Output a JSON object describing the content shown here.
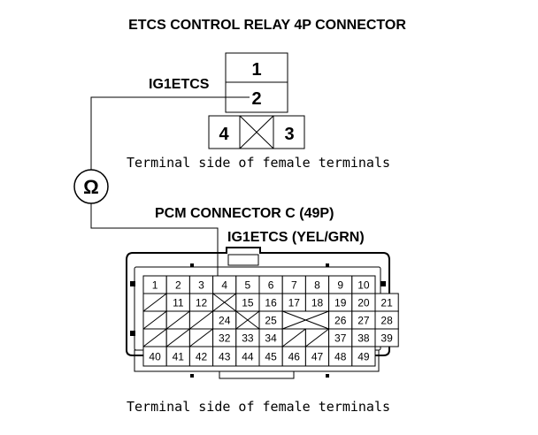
{
  "relay": {
    "title": "ETCS CONTROL RELAY 4P CONNECTOR",
    "signal_label": "IG1ETCS",
    "terminals": [
      "1",
      "2",
      "3",
      "4"
    ],
    "caption": "Terminal side of female terminals"
  },
  "meter": {
    "symbol": "Ω"
  },
  "pcm": {
    "title": "PCM CONNECTOR C (49P)",
    "wire_label": "IG1ETCS (YEL/GRN)",
    "caption": "Terminal side of female terminals",
    "row1": [
      "1",
      "2",
      "3",
      "4",
      "5",
      "6",
      "7",
      "8",
      "9",
      "10"
    ],
    "row2": [
      "11",
      "12",
      "15",
      "16",
      "17",
      "18",
      "19",
      "20",
      "21"
    ],
    "row3": [
      "24",
      "25",
      "26",
      "27",
      "28"
    ],
    "row4": [
      "32",
      "33",
      "34",
      "37",
      "38",
      "39"
    ],
    "row5": [
      "40",
      "41",
      "42",
      "43",
      "44",
      "45",
      "46",
      "47",
      "48",
      "49"
    ]
  }
}
